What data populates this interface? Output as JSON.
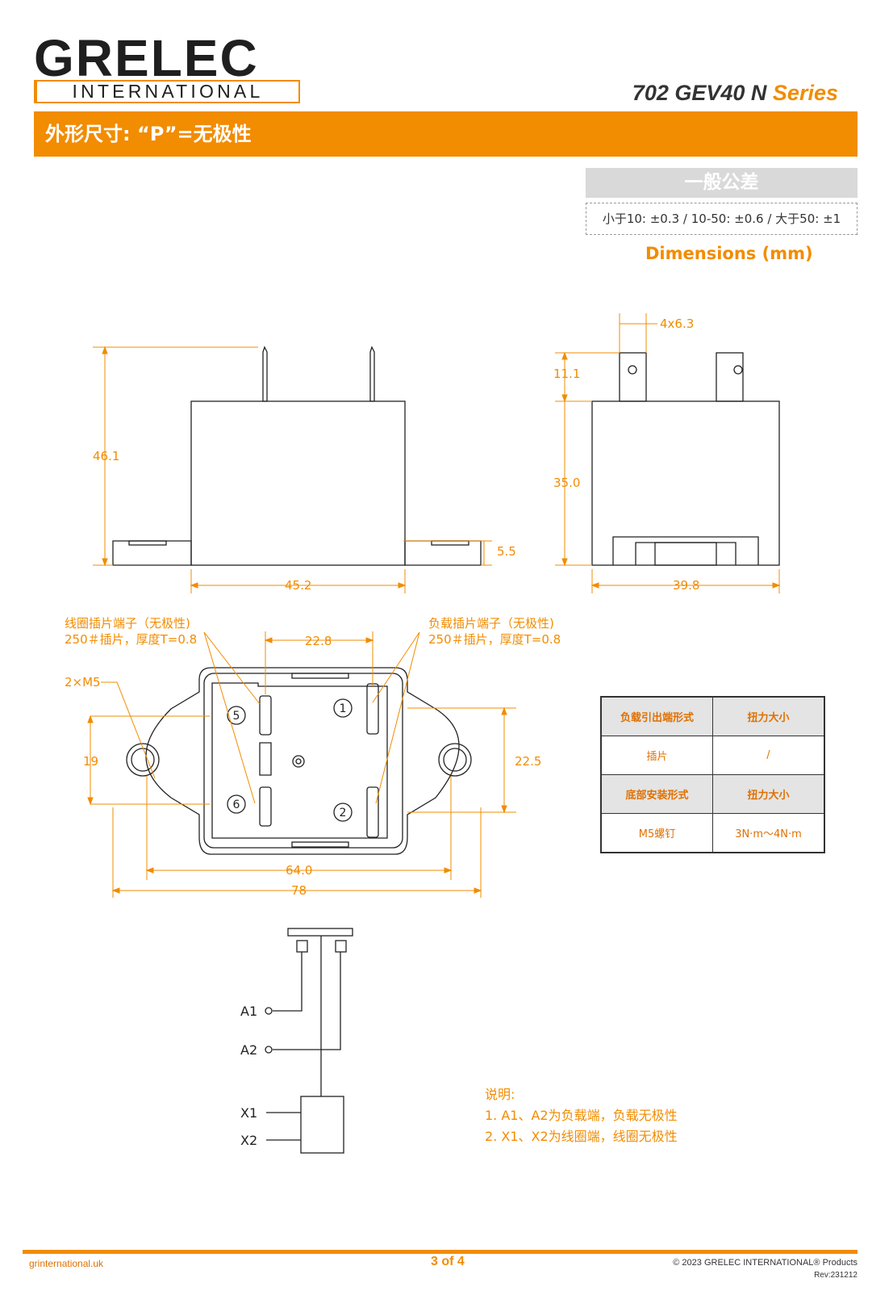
{
  "header": {
    "logo_main": "GRELEC",
    "logo_sub": "INTERNATIONAL",
    "series_prefix": "702 GEV40 N",
    "series_suffix": "Series"
  },
  "banner": {
    "title": "外形尺寸: “P”=无极性"
  },
  "tolerance": {
    "title": "一般公差",
    "text": "小于10: ±0.3 / 10-50: ±0.6 / 大于50: ±1"
  },
  "dimensions_label": "Dimensions  (mm)",
  "drawing": {
    "front": {
      "height_total": "46.1",
      "flange_height": "5.5",
      "body_width": "45.2"
    },
    "side": {
      "terminal_width": "4x6.3",
      "terminal_height": "11.1",
      "body_height": "35.0",
      "body_width": "39.8"
    },
    "bottom": {
      "coil_label_1": "线圈插片端子（无极性)",
      "coil_label_2": "250＃插片，厚度T=0.8",
      "load_label_1": "负载插片端子（无极性)",
      "load_label_2": "250＃插片，厚度T=0.8",
      "screw_label": "2×M5",
      "terminal_spacing": "22.8",
      "hole_span_vertical": "19",
      "body_height": "22.5",
      "hole_spacing": "64.0",
      "total_width": "78",
      "pin_1": "1",
      "pin_2": "2",
      "pin_5": "5",
      "pin_6": "6"
    },
    "schematic": {
      "a1": "A1",
      "a2": "A2",
      "x1": "X1",
      "x2": "X2"
    }
  },
  "spec_table": {
    "rows": [
      [
        "负载引出端形式",
        "扭力大小"
      ],
      [
        "插片",
        "/"
      ],
      [
        "底部安装形式",
        "扭力大小"
      ],
      [
        "M5螺钉",
        "3N·m～4N·m"
      ]
    ]
  },
  "notes": {
    "title": "说明:",
    "line1": "1. A1、A2为负载端，负载无极性",
    "line2": "2. X1、X2为线圈端，线圈无极性"
  },
  "footer": {
    "website": "grinternational.uk",
    "page": "3 of 4",
    "copyright": "© 2023 GRELEC INTERNATIONAL® Products",
    "rev": "Rev:231212"
  },
  "colors": {
    "accent": "#f28c00",
    "text": "#222222"
  }
}
